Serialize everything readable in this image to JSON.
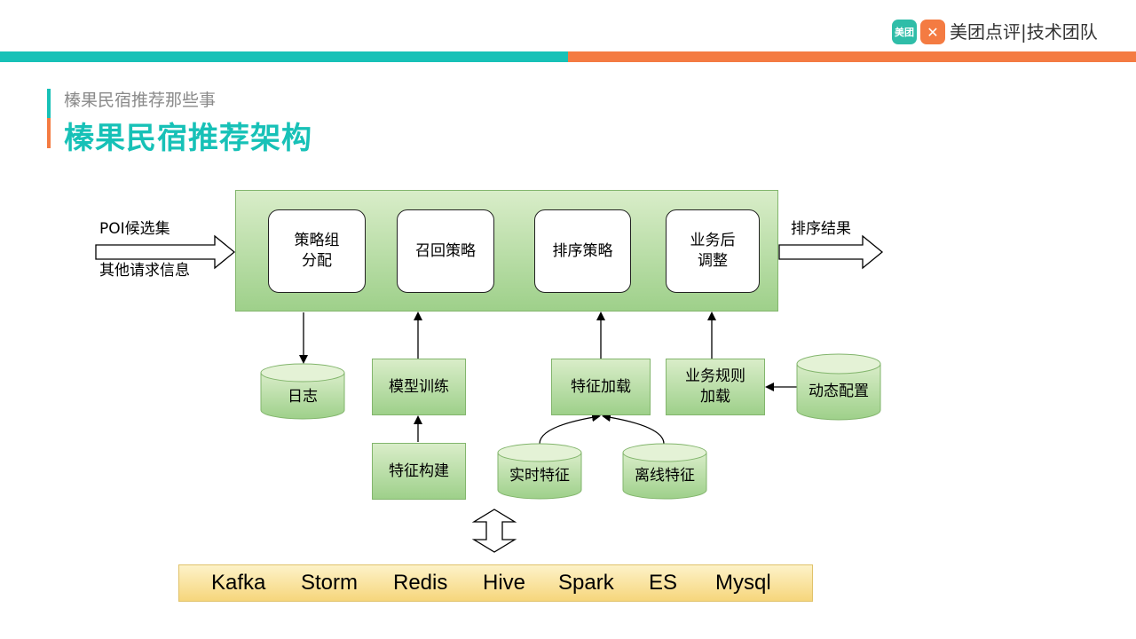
{
  "header": {
    "logo_mt_mark": "美团",
    "logo_dp_mark": "✕",
    "logo_text": "美团点评|技术团队"
  },
  "slide": {
    "subtitle": "榛果民宿推荐那些事",
    "title": "榛果民宿推荐架构"
  },
  "diagram": {
    "input_label_top": "POI候选集",
    "input_label_bottom": "其他请求信息",
    "output_label": "排序结果",
    "stages": [
      "策略组\n分配",
      "召回策略",
      "排序策略",
      "业务后\n调整"
    ],
    "log_store": "日志",
    "model_training": "模型训练",
    "feature_building": "特征构建",
    "feature_loading": "特征加载",
    "realtime_feature": "实时特征",
    "offline_feature": "离线特征",
    "business_rule_loading": "业务规则\n加载",
    "dynamic_config": "动态配置",
    "storage_techs": [
      "Kafka",
      "Storm",
      "Redis",
      "Hive",
      "Spark",
      "ES",
      "Mysql"
    ]
  },
  "colors": {
    "teal": "#17c1b7",
    "orange": "#f47b42",
    "box_green_light": "#d9edc9",
    "box_green_dark": "#9ed08a",
    "storage_yellow": "#f6d67c"
  }
}
